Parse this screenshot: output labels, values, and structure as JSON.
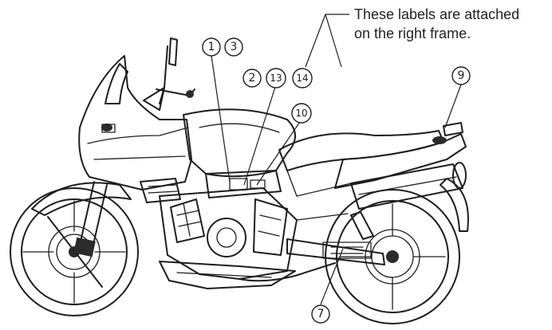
{
  "note": {
    "line1": "These labels are attached",
    "line2": "on the right frame."
  },
  "callouts": {
    "c1": "1",
    "c3": "3",
    "c2": "2",
    "c13": "13",
    "c14": "14",
    "c10": "10",
    "c9": "9",
    "c7": "7"
  }
}
